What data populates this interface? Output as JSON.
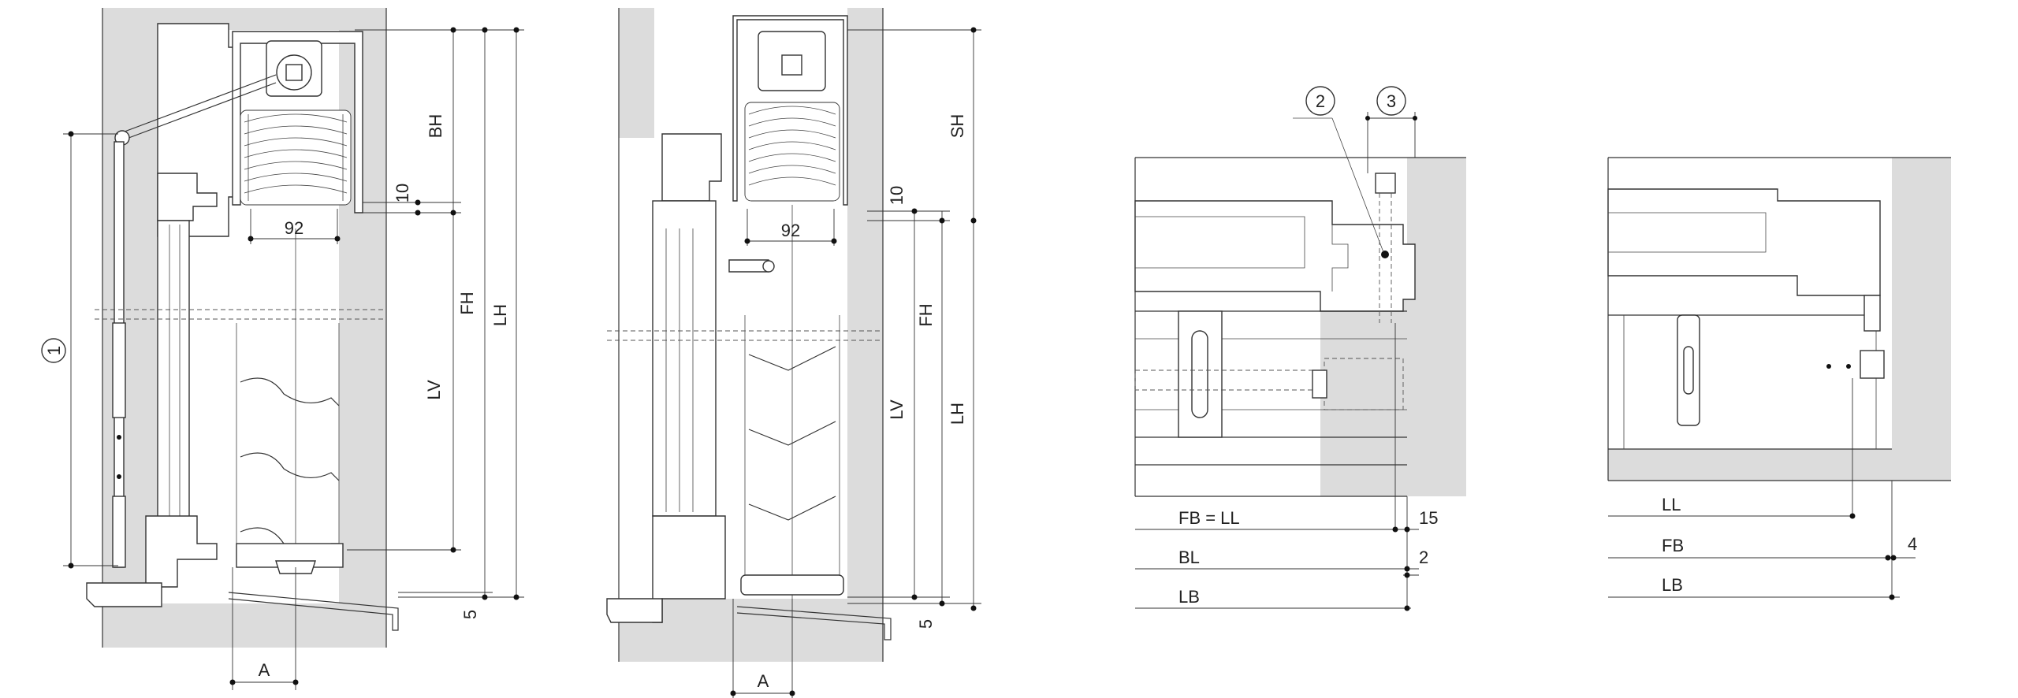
{
  "view1": {
    "circle_label": "1",
    "dim_bh": "BH",
    "dim_10": "10",
    "dim_92": "92",
    "dim_fh": "FH",
    "dim_lh": "LH",
    "dim_lv": "LV",
    "dim_5": "5",
    "dim_a": "A"
  },
  "view2": {
    "dim_sh": "SH",
    "dim_10": "10",
    "dim_92": "92",
    "dim_fh": "FH",
    "dim_lh": "LH",
    "dim_lv": "LV",
    "dim_5": "5",
    "dim_a": "A"
  },
  "view3": {
    "circle_2": "2",
    "circle_3": "3",
    "label_fb_ll": "FB = LL",
    "label_bl": "BL",
    "label_lb": "LB",
    "dim_15": "15",
    "dim_2": "2"
  },
  "view4": {
    "label_ll": "LL",
    "label_fb": "FB",
    "label_lb": "LB",
    "dim_4": "4"
  }
}
